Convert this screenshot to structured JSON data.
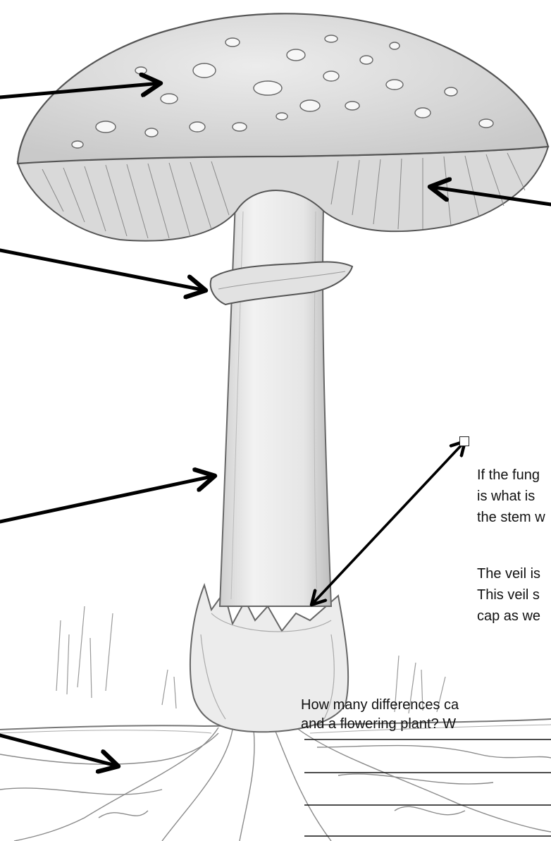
{
  "veil_text": {
    "line1": "If the fung",
    "line2": "is what is",
    "line3": "the stem w",
    "line4": "The veil is",
    "line5": "This veil s",
    "line6": "cap as we"
  },
  "question": {
    "line1": "How many differences ca",
    "line2": "and a flowering plant?  W"
  },
  "colors": {
    "pencil": "#555555",
    "arrow": "#000000",
    "answer_line": "#111111"
  }
}
